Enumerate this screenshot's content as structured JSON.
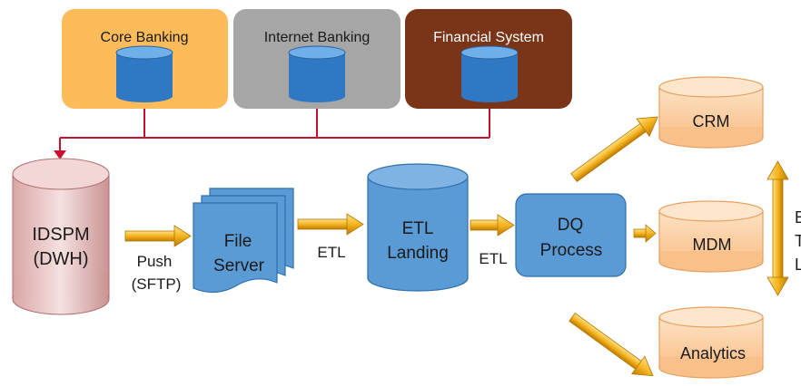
{
  "sources": [
    {
      "label": "Core Banking",
      "color": "#fdbb5a"
    },
    {
      "label": "Internet Banking",
      "color": "#a6a6a6"
    },
    {
      "label": "Financial System",
      "color": "#7a3417"
    }
  ],
  "dwh": {
    "line1": "IDSPM",
    "line2": "(DWH)"
  },
  "push": {
    "line1": "Push",
    "line2": "(SFTP)"
  },
  "file_server": {
    "line1": "File",
    "line2": "Server"
  },
  "etl_1": "ETL",
  "etl_landing": {
    "line1": "ETL",
    "line2": "Landing"
  },
  "etl_2": "ETL",
  "dq_process": {
    "line1": "DQ",
    "line2": "Process"
  },
  "targets": {
    "crm": "CRM",
    "mdm": "MDM",
    "analytics": "Analytics"
  },
  "side_letters": [
    "E",
    "T",
    "L"
  ],
  "colors": {
    "db_blue": "#5b9bd5",
    "db_blue_dark": "#2f6fae",
    "db_orange": "#fbd0a3",
    "db_orange_edge": "#e8a060",
    "connector_red": "#c8102e",
    "arrow_gold": "#f0a500"
  }
}
